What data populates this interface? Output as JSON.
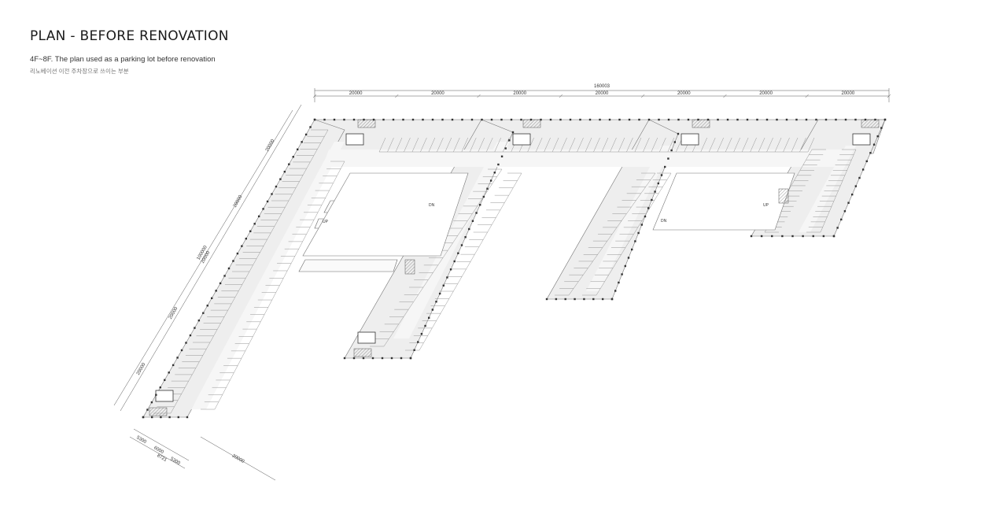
{
  "title": "PLAN - BEFORE RENOVATION",
  "subtitle_en": "4F~8F. The plan used as a parking lot before renovation",
  "subtitle_ko": "리노베이션 이전 주차장으로 쓰이는 부분",
  "top_dimensions": {
    "total": "160003",
    "segments": [
      "20000",
      "20000",
      "20000",
      "20000",
      "20000",
      "20000",
      "20000"
    ]
  },
  "left_dimensions": {
    "total": "100000",
    "segments": [
      "20000",
      "20000",
      "20000",
      "20000",
      "20000"
    ]
  },
  "bottom_dimensions": {
    "small_left": [
      "5300",
      "6000",
      "8721",
      "5300"
    ],
    "right": "20000"
  },
  "ramp_labels": [
    "UP",
    "DN",
    "UP",
    "DN"
  ]
}
